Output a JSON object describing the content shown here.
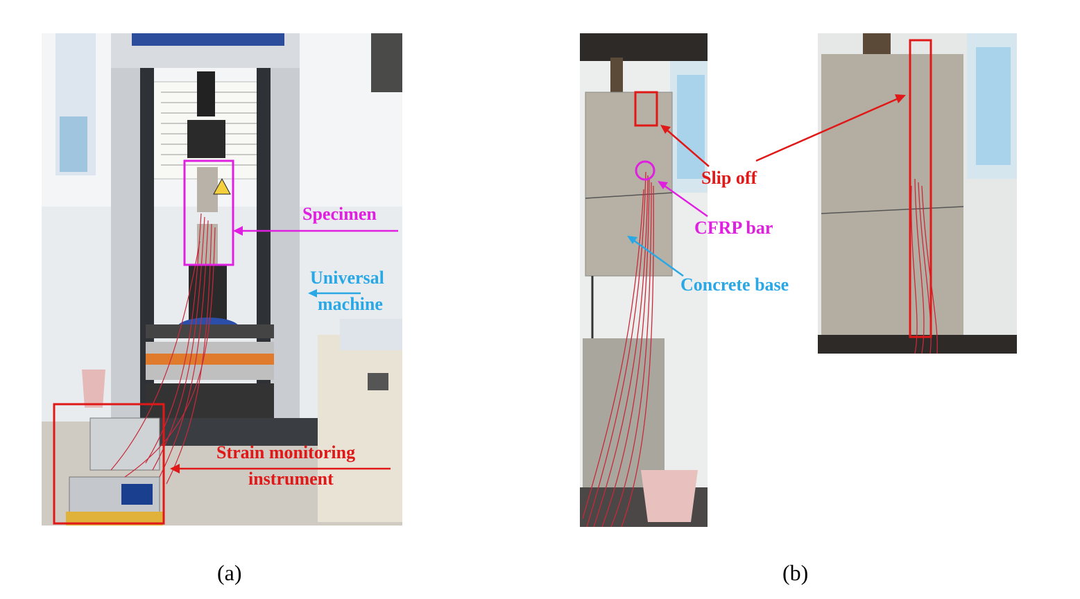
{
  "panel_a": {
    "caption": "(a)",
    "labels": {
      "specimen": "Specimen",
      "universal_line1": "Universal",
      "universal_line2": "machine",
      "strain_line1": "Strain monitoring",
      "strain_line2": "instrument"
    }
  },
  "panel_b": {
    "caption": "(b)",
    "labels": {
      "slip_off": "Slip off",
      "cfrp_bar": "CFRP bar",
      "concrete_base": "Concrete base"
    }
  },
  "colors": {
    "magenta": "#e020e0",
    "blue": "#2aa8e6",
    "red": "#e01818"
  }
}
